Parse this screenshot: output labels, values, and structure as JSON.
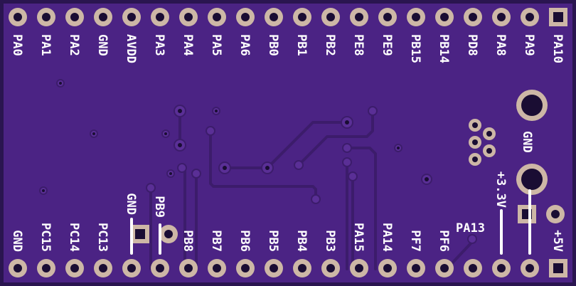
{
  "board": {
    "colors": {
      "substrate": "#4b2384",
      "edge": "#2a1550",
      "copper": "#5a2f96",
      "trace": "#3c1c6b",
      "pad_ring": "#cdb7a6",
      "pad_center": "#1a0d33",
      "silk": "#ffffff"
    },
    "top_pins": [
      "PA0",
      "PA1",
      "PA2",
      "GND",
      "AVDD",
      "PA3",
      "PA4",
      "PA5",
      "PA6",
      "PB0",
      "PB1",
      "PB2",
      "PE8",
      "PE9",
      "PB15",
      "PB14",
      "PD8",
      "PA8",
      "PA9",
      "PA10"
    ],
    "bottom_pins": [
      "GND",
      "PC15",
      "PC14",
      "PC13",
      "GND",
      "PB9",
      "PB8",
      "PB7",
      "PB6",
      "PB5",
      "PB4",
      "PB3",
      "PA15",
      "PA14",
      "PF7",
      "PF6",
      "PA13",
      "+3.3V",
      "",
      "+5V"
    ],
    "extra_labels": {
      "gnd_right": "GND"
    }
  }
}
